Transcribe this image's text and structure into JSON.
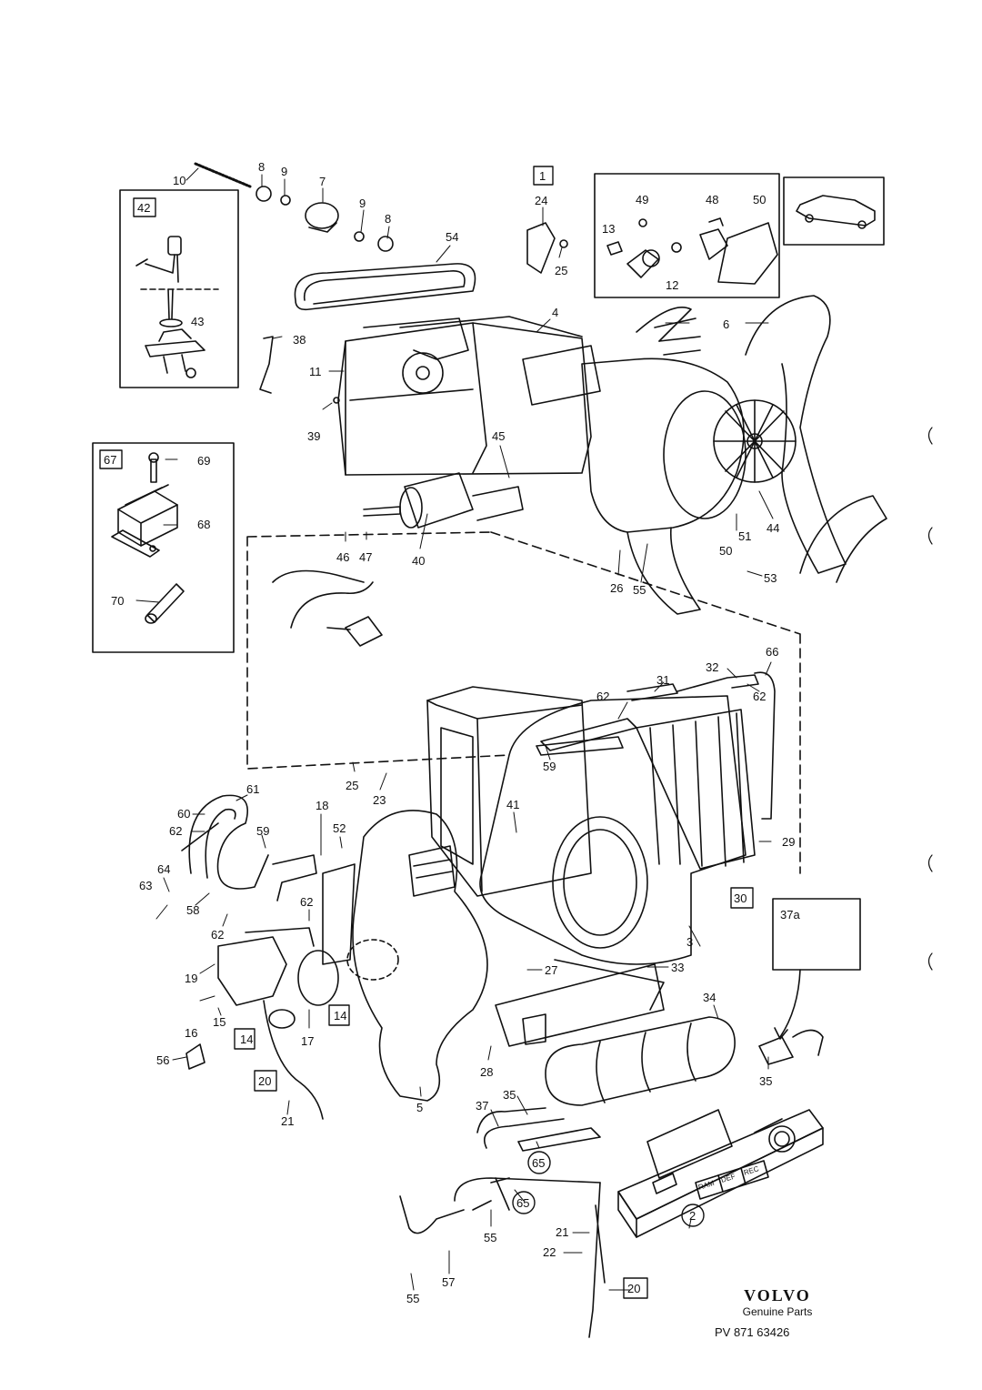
{
  "callouts": [
    {
      "id": "c10",
      "text": "10"
    },
    {
      "id": "c8a",
      "text": "8"
    },
    {
      "id": "c9a",
      "text": "9"
    },
    {
      "id": "c7",
      "text": "7"
    },
    {
      "id": "c9b",
      "text": "9"
    },
    {
      "id": "c8b",
      "text": "8"
    },
    {
      "id": "c1",
      "text": "1",
      "boxed": true
    },
    {
      "id": "c24",
      "text": "24"
    },
    {
      "id": "c25a",
      "text": "25"
    },
    {
      "id": "c54",
      "text": "54"
    },
    {
      "id": "c42",
      "text": "42",
      "boxed": true
    },
    {
      "id": "c43",
      "text": "43"
    },
    {
      "id": "c38",
      "text": "38"
    },
    {
      "id": "c11",
      "text": "11"
    },
    {
      "id": "c39",
      "text": "39"
    },
    {
      "id": "c4",
      "text": "4"
    },
    {
      "id": "c49",
      "text": "49"
    },
    {
      "id": "c48",
      "text": "48"
    },
    {
      "id": "c50a",
      "text": "50"
    },
    {
      "id": "c13",
      "text": "13"
    },
    {
      "id": "c12",
      "text": "12"
    },
    {
      "id": "c6",
      "text": "6"
    },
    {
      "id": "c67",
      "text": "67",
      "boxed": true
    },
    {
      "id": "c69",
      "text": "69"
    },
    {
      "id": "c68",
      "text": "68"
    },
    {
      "id": "c70",
      "text": "70"
    },
    {
      "id": "c45",
      "text": "45"
    },
    {
      "id": "c46",
      "text": "46"
    },
    {
      "id": "c47",
      "text": "47"
    },
    {
      "id": "c40",
      "text": "40"
    },
    {
      "id": "c26",
      "text": "26"
    },
    {
      "id": "c55a",
      "text": "55"
    },
    {
      "id": "c51",
      "text": "51"
    },
    {
      "id": "c50b",
      "text": "50"
    },
    {
      "id": "c44",
      "text": "44"
    },
    {
      "id": "c53",
      "text": "53"
    },
    {
      "id": "c66",
      "text": "66"
    },
    {
      "id": "c32",
      "text": "32"
    },
    {
      "id": "c31",
      "text": "31"
    },
    {
      "id": "c62a",
      "text": "62"
    },
    {
      "id": "c62b",
      "text": "62"
    },
    {
      "id": "c59a",
      "text": "59"
    },
    {
      "id": "c25b",
      "text": "25"
    },
    {
      "id": "c23",
      "text": "23"
    },
    {
      "id": "c61",
      "text": "61"
    },
    {
      "id": "c60",
      "text": "60"
    },
    {
      "id": "c62c",
      "text": "62"
    },
    {
      "id": "c59b",
      "text": "59"
    },
    {
      "id": "c18",
      "text": "18"
    },
    {
      "id": "c52",
      "text": "52"
    },
    {
      "id": "c41",
      "text": "41"
    },
    {
      "id": "c29",
      "text": "29"
    },
    {
      "id": "c30",
      "text": "30",
      "boxed": true
    },
    {
      "id": "c64",
      "text": "64"
    },
    {
      "id": "c63",
      "text": "63"
    },
    {
      "id": "c58",
      "text": "58"
    },
    {
      "id": "c62d",
      "text": "62"
    },
    {
      "id": "c62e",
      "text": "62"
    },
    {
      "id": "c37a",
      "text": "37a"
    },
    {
      "id": "c19",
      "text": "19"
    },
    {
      "id": "c27",
      "text": "27"
    },
    {
      "id": "c33",
      "text": "33"
    },
    {
      "id": "c3",
      "text": "3"
    },
    {
      "id": "c16",
      "text": "16"
    },
    {
      "id": "c15",
      "text": "15"
    },
    {
      "id": "c14a",
      "text": "14",
      "boxed": true
    },
    {
      "id": "c17",
      "text": "17"
    },
    {
      "id": "c14b",
      "text": "14",
      "boxed": true
    },
    {
      "id": "c34",
      "text": "34"
    },
    {
      "id": "c28",
      "text": "28"
    },
    {
      "id": "c56",
      "text": "56"
    },
    {
      "id": "c20a",
      "text": "20",
      "boxed": true
    },
    {
      "id": "c5",
      "text": "5"
    },
    {
      "id": "c35a",
      "text": "35"
    },
    {
      "id": "c21a",
      "text": "21"
    },
    {
      "id": "c37",
      "text": "37"
    },
    {
      "id": "c35b",
      "text": "35"
    },
    {
      "id": "c65a",
      "text": "65",
      "circled": true
    },
    {
      "id": "c55b",
      "text": "55"
    },
    {
      "id": "c57",
      "text": "57"
    },
    {
      "id": "c55c",
      "text": "55"
    },
    {
      "id": "c65b",
      "text": "65",
      "circled": true
    },
    {
      "id": "c21b",
      "text": "21"
    },
    {
      "id": "c22",
      "text": "22"
    },
    {
      "id": "c2",
      "text": "2",
      "circled": true
    },
    {
      "id": "c20b",
      "text": "20",
      "boxed": true
    }
  ],
  "control_panel_buttons": [
    "RAM",
    "DEF",
    "REC"
  ],
  "brand": {
    "logo": "VOLVO",
    "subtitle": "Genuine Parts",
    "code": "PV 871 63426"
  }
}
